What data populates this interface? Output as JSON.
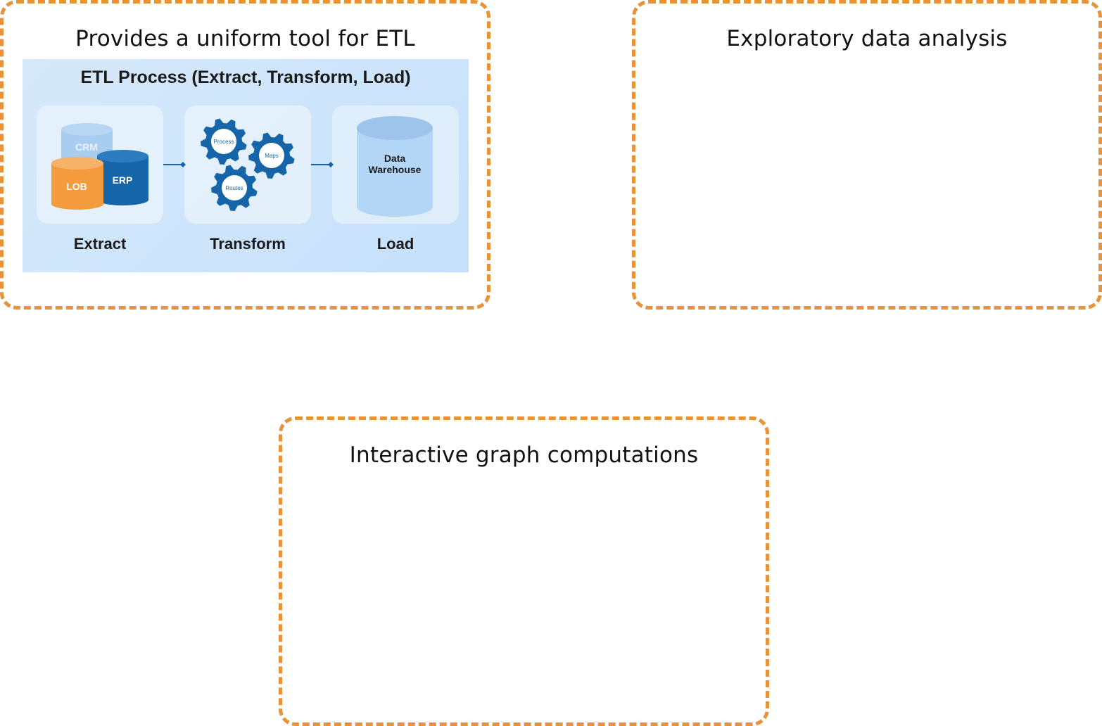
{
  "cards": {
    "etl": {
      "title": "Provides a uniform tool for ETL"
    },
    "eda": {
      "title": "Exploratory data analysis"
    },
    "graph": {
      "title": "Interactive graph computations"
    }
  },
  "etl_diagram": {
    "heading": "ETL Process (Extract, Transform, Load)",
    "stages": {
      "extract": {
        "label": "Extract",
        "sources": [
          "CRM",
          "LOB",
          "ERP"
        ]
      },
      "transform": {
        "label": "Transform",
        "gears": [
          "Process",
          "Maps",
          "Routes"
        ]
      },
      "load": {
        "label": "Load",
        "target_line1": "Data",
        "target_line2": "Warehouse"
      }
    }
  },
  "colors": {
    "card_border": "#e8923a",
    "panel_bg": "#cfe5fb",
    "gear": "#1565a8",
    "erp": "#1565a8",
    "lob": "#f39b3d",
    "crm": "#a9cdf0",
    "warehouse": "#a8cdf3"
  }
}
